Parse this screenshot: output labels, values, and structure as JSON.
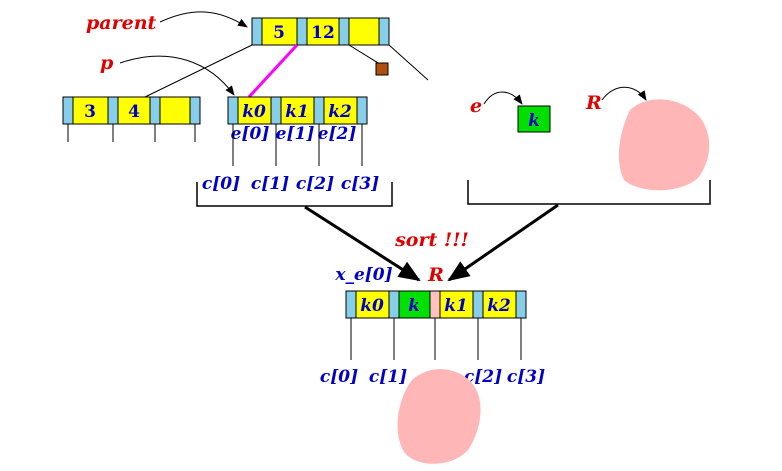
{
  "colors": {
    "key_yellow": "#ffff00",
    "pointer_blue": "#87ceeb",
    "new_key_green": "#00e000",
    "blob_pink": "#ffb6b6",
    "pointer_slot_pink": "#ffc0c0",
    "brown_square": "#b05010",
    "magenta_link": "#ff00ff",
    "label_red": "#e00000",
    "label_blue": "#0000c8"
  },
  "labels": {
    "parent": "parent",
    "p": "p",
    "e": "e",
    "R_top": "R",
    "sort": "sort !!!",
    "x_e0": "x_e[0]",
    "R_bottom": "R"
  },
  "parent_node": {
    "keys": [
      "5",
      "12",
      ""
    ]
  },
  "left_node": {
    "keys": [
      "3",
      "4",
      ""
    ]
  },
  "p_node": {
    "keys": [
      "k0",
      "k1",
      "k2"
    ],
    "entries": [
      "e[0]",
      "e[1]",
      "e[2]"
    ],
    "children": [
      "c[0]",
      "c[1]",
      "c[2]",
      "c[3]"
    ]
  },
  "new_entry": {
    "key": "k"
  },
  "merged_node": {
    "keys": [
      "k0",
      "k",
      "k1",
      "k2"
    ],
    "children": [
      "c[0]",
      "c[1]",
      "c[2]",
      "c[3]"
    ]
  }
}
